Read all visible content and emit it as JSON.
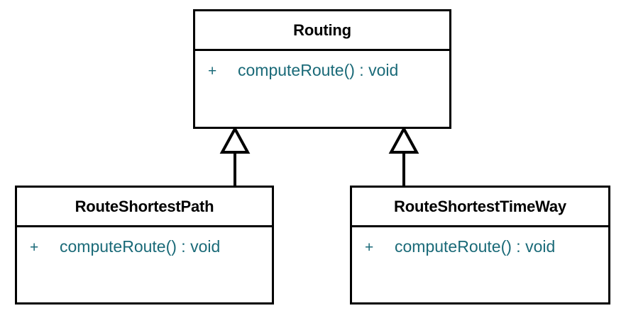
{
  "diagram": {
    "type": "uml-class-diagram",
    "background_color": "#ffffff",
    "border_color": "#000000",
    "member_text_color": "#1a6a78",
    "title_text_color": "#000000"
  },
  "classes": [
    {
      "id": "routing",
      "name": "Routing",
      "members": [
        {
          "visibility": "+",
          "signature": "computeRoute() : void"
        }
      ]
    },
    {
      "id": "route-shortest-path",
      "name": "RouteShortestPath",
      "members": [
        {
          "visibility": "+",
          "signature": "computeRoute() : void"
        }
      ]
    },
    {
      "id": "route-shortest-time-way",
      "name": "RouteShortestTimeWay",
      "members": [
        {
          "visibility": "+",
          "signature": "computeRoute() : void"
        }
      ]
    }
  ],
  "relationships": [
    {
      "id": "gen-shortest-path",
      "type": "generalization",
      "source": "RouteShortestPath",
      "target": "Routing",
      "arrowhead": "hollow-triangle"
    },
    {
      "id": "gen-shortest-time-way",
      "type": "generalization",
      "source": "RouteShortestTimeWay",
      "target": "Routing",
      "arrowhead": "hollow-triangle"
    }
  ]
}
